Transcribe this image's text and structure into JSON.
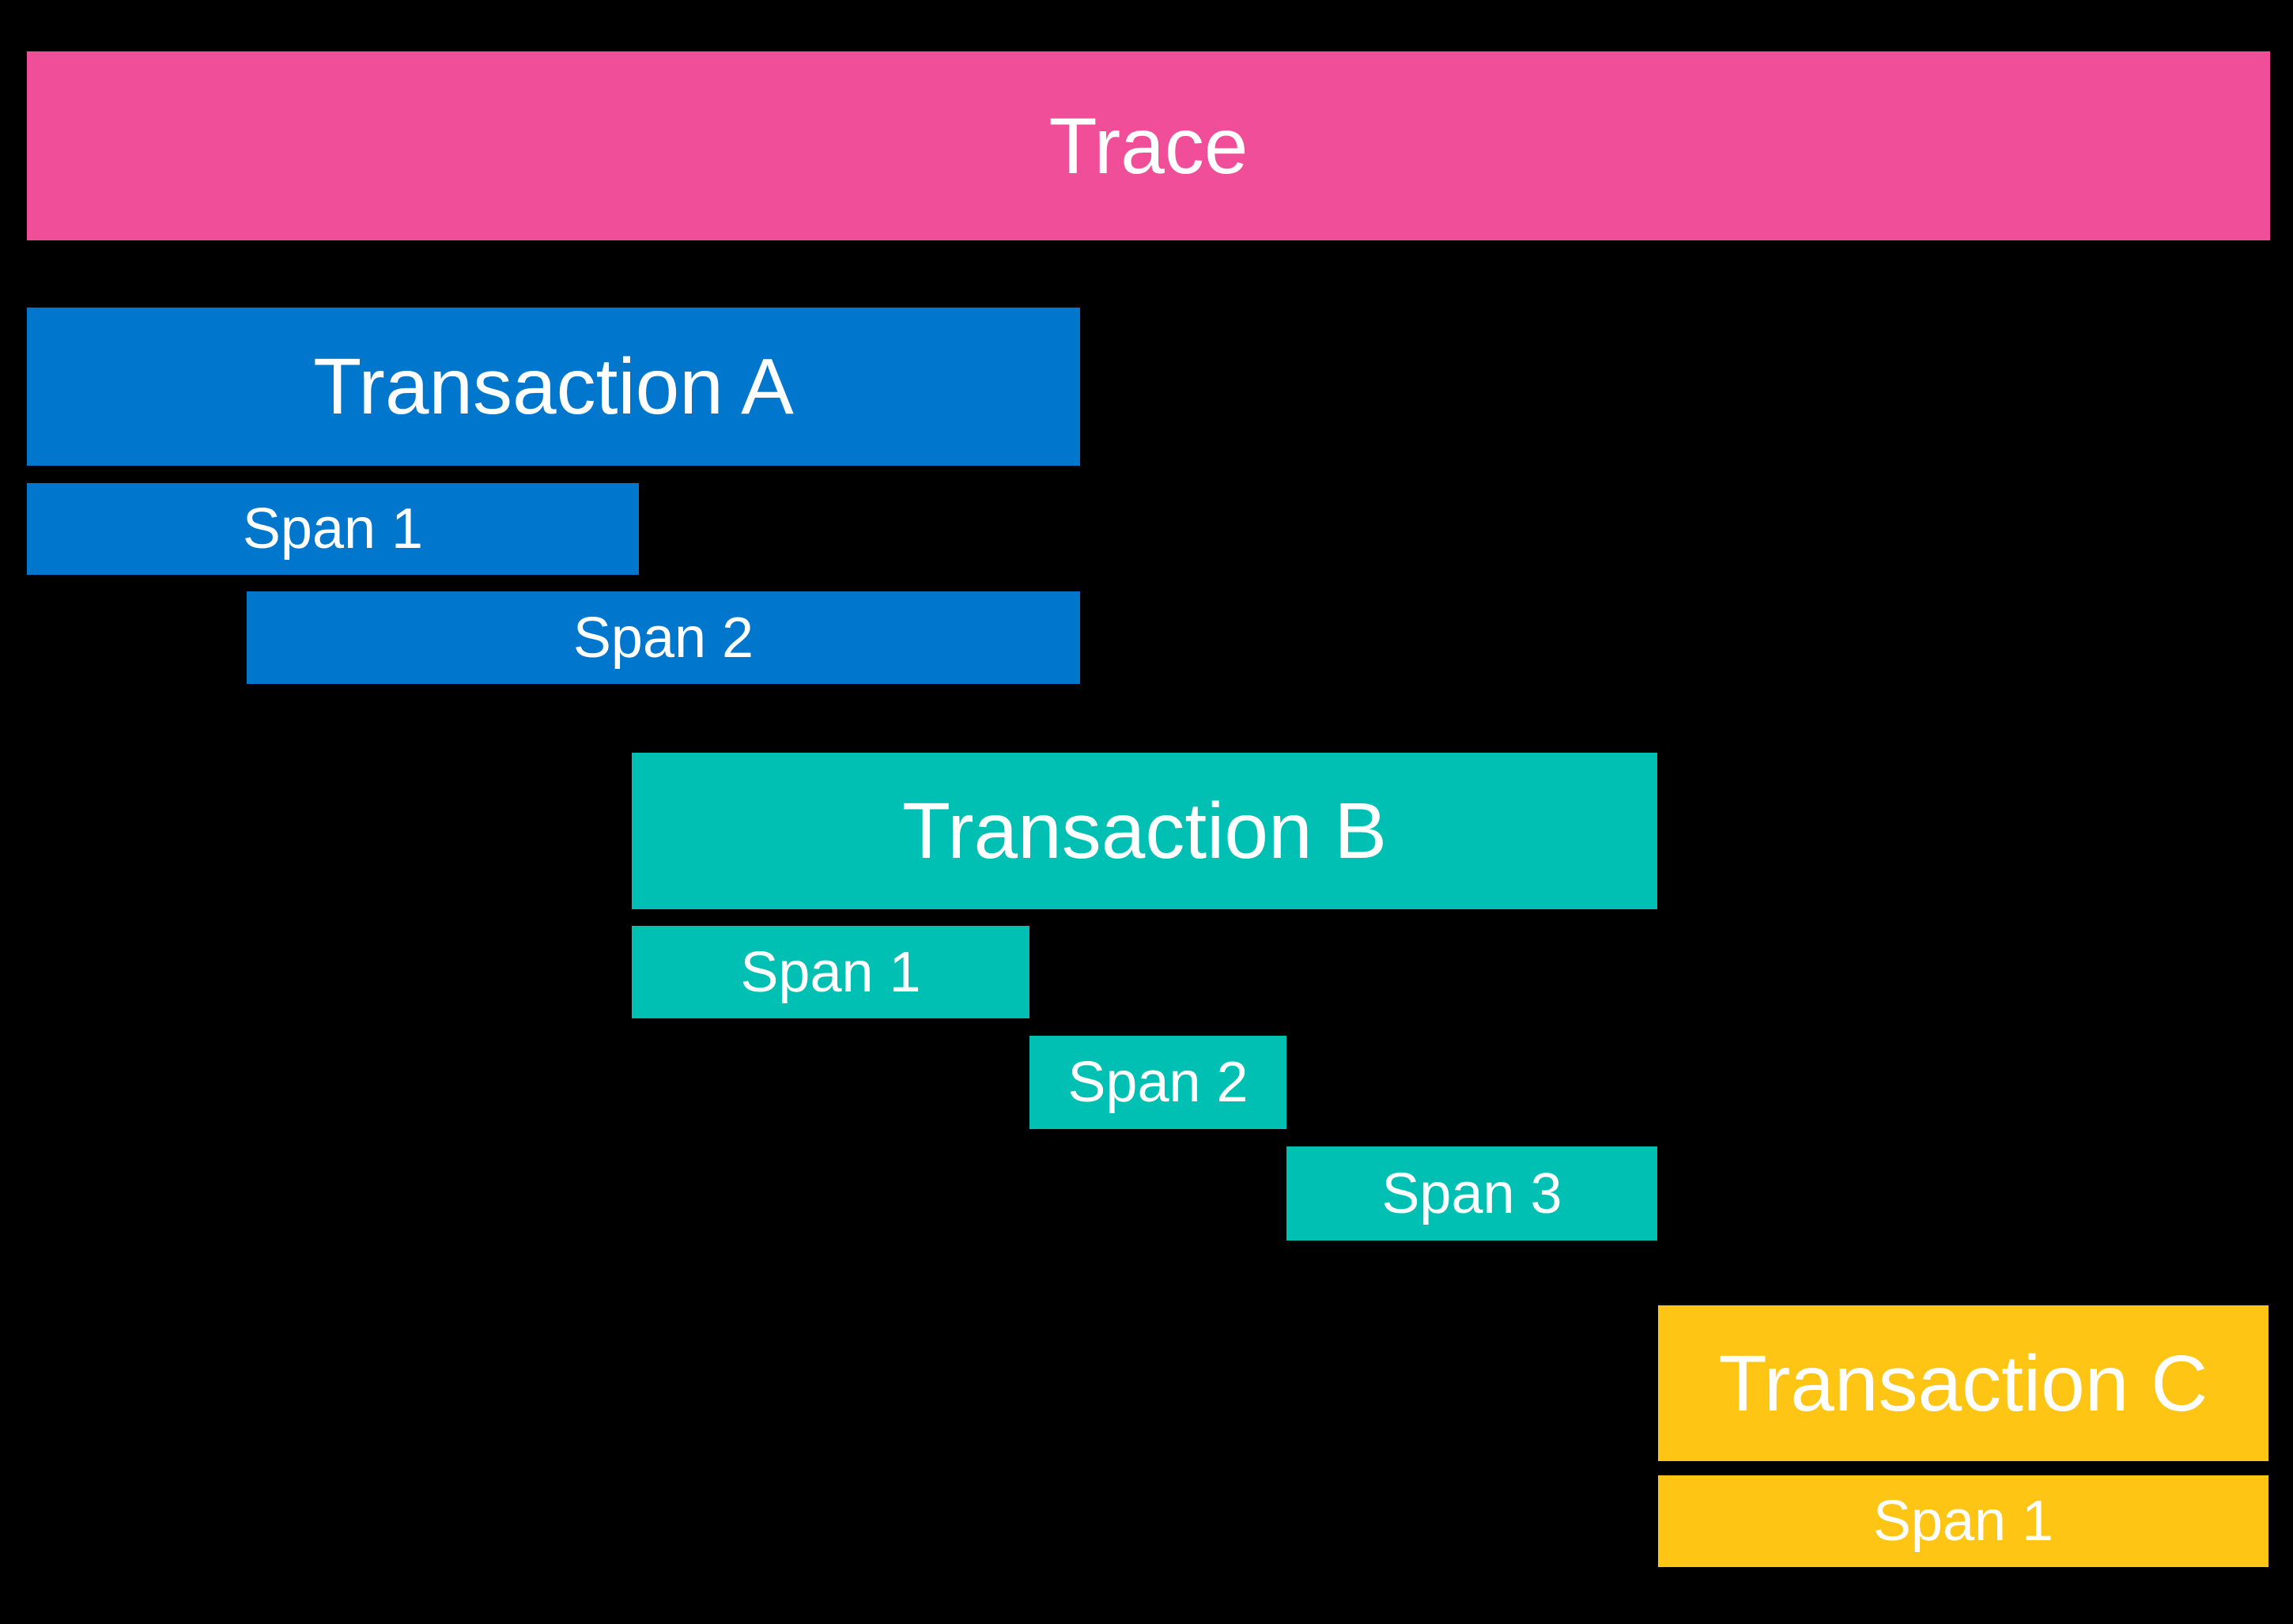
{
  "colors": {
    "background": "#000000",
    "trace": "#F04E98",
    "transaction_a": "#0077CC",
    "transaction_b": "#00BFB3",
    "transaction_c": "#FEC514",
    "label_text": "#FFFFFF"
  },
  "diagram": {
    "trace": {
      "label": "Trace"
    },
    "transactions": [
      {
        "label": "Transaction A",
        "spans": [
          {
            "label": "Span 1"
          },
          {
            "label": "Span 2"
          }
        ]
      },
      {
        "label": "Transaction B",
        "spans": [
          {
            "label": "Span 1"
          },
          {
            "label": "Span 2"
          },
          {
            "label": "Span 3"
          }
        ]
      },
      {
        "label": "Transaction C",
        "spans": [
          {
            "label": "Span 1"
          }
        ]
      }
    ]
  }
}
